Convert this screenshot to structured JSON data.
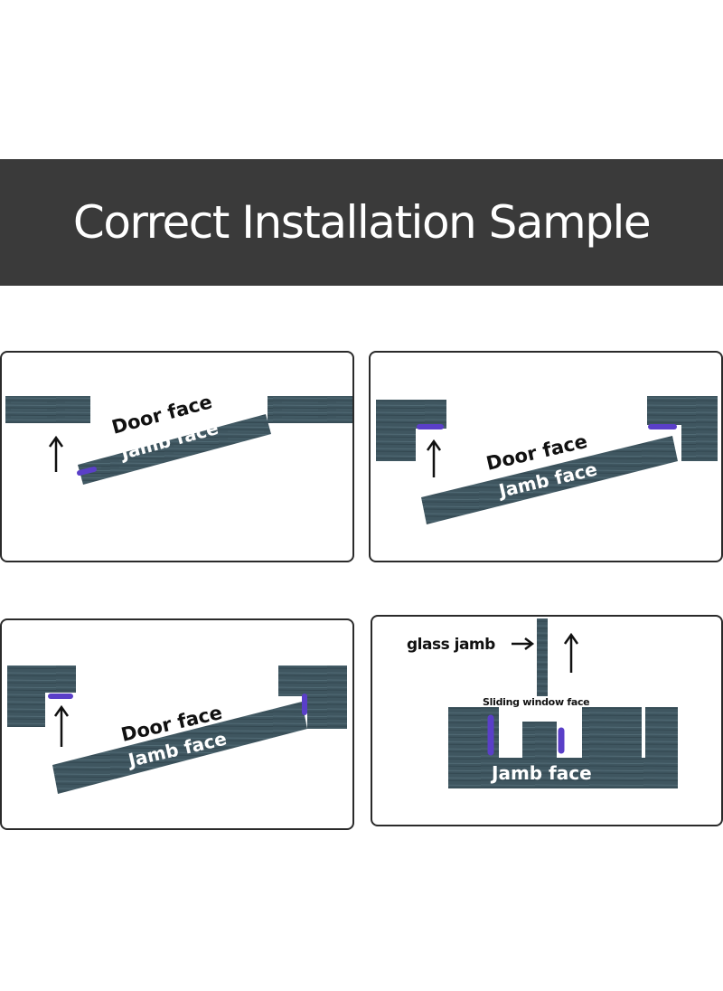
{
  "header": {
    "title": "Correct Installation Sample"
  },
  "labels": {
    "door_face": "Door face",
    "jamb_face": "Jamb face",
    "glass_jamb": "glass jamb",
    "sliding_window_face": "Sliding window face"
  },
  "colors": {
    "banner_bg": "#3a3a3a",
    "banner_text": "#ffffff",
    "wood": "#3f5660",
    "seal_strip": "#5a3fc8",
    "arrow": "#111111"
  },
  "icons": {
    "arrow_up": "arrow-up-icon",
    "arrow_right": "arrow-right-icon"
  }
}
